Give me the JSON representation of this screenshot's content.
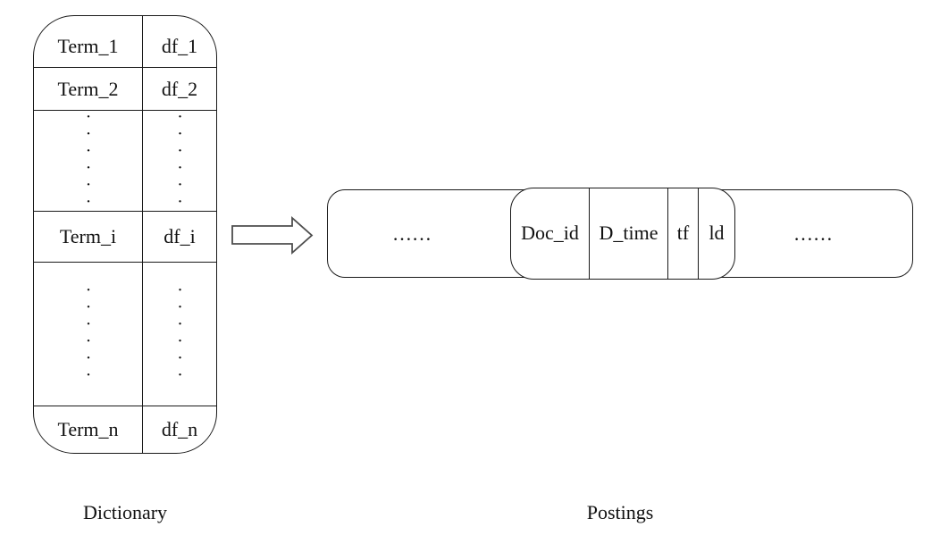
{
  "dictionary": {
    "label": "Dictionary",
    "columns": [
      "term",
      "df"
    ],
    "rows": [
      {
        "term": "Term_1",
        "df": "df_1"
      },
      {
        "term": "Term_2",
        "df": "df_2"
      },
      {
        "term": "······",
        "df": "······"
      },
      {
        "term": "Term_i",
        "df": "df_i"
      },
      {
        "term": "······",
        "df": "······"
      },
      {
        "term": "Term_n",
        "df": "df_n"
      }
    ]
  },
  "postings": {
    "label": "Postings",
    "ellipsis_left": "……",
    "record_fields": [
      "Doc_id",
      "D_time",
      "tf",
      "ld"
    ],
    "ellipsis_right": "……"
  },
  "colors": {
    "line": "#1a1a1a",
    "arrow_outline": "#4d4d4d",
    "background": "#ffffff",
    "text": "#111111"
  }
}
